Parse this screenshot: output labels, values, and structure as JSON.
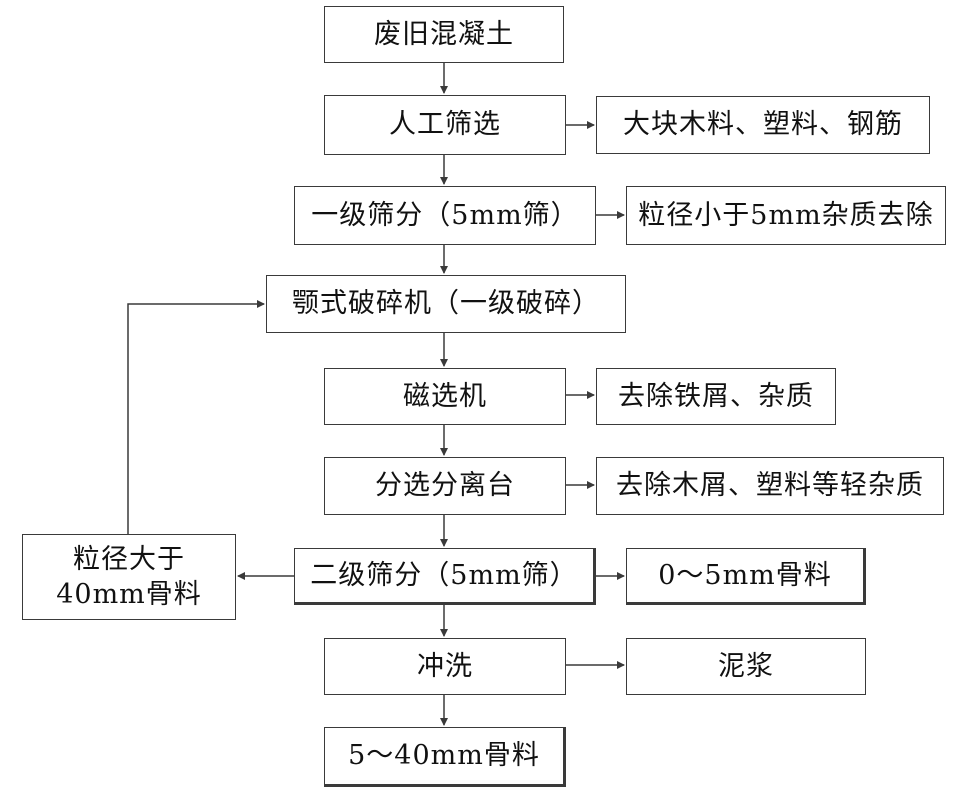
{
  "nodes": {
    "waste_concrete": "废旧混凝土",
    "manual_screening": "人工筛选",
    "manual_out": "大块木料、塑料、钢筋",
    "primary_sieve": "一级筛分（5mm筛）",
    "primary_out": "粒径小于5mm杂质去除",
    "jaw_crusher": "颚式破碎机（一级破碎）",
    "magnetic_separator": "磁选机",
    "magnetic_out": "去除铁屑、杂质",
    "separation_table": "分选分离台",
    "separation_out": "去除木屑、塑料等轻杂质",
    "secondary_sieve": "二级筛分（5mm筛）",
    "secondary_out": "0～5mm骨料",
    "oversize_line1": "粒径大于",
    "oversize_line2": "40mm骨料",
    "washing": "冲洗",
    "washing_out": "泥浆",
    "final_aggregate": "5～40mm骨料"
  },
  "colors": {
    "line": "#3a3a3a",
    "text": "#111111"
  }
}
